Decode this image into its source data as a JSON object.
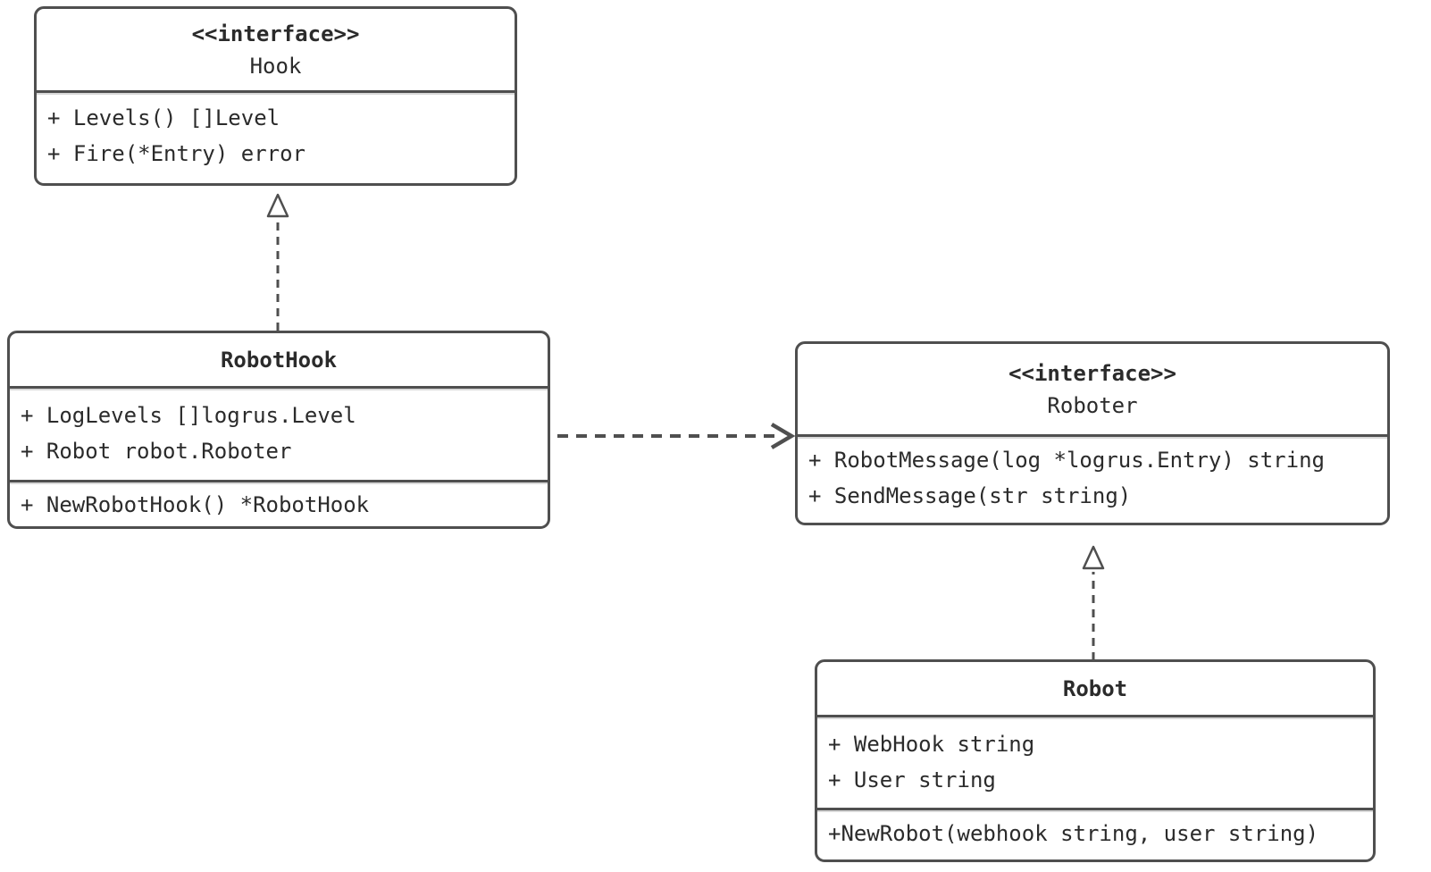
{
  "diagram": {
    "type": "uml-class-diagram"
  },
  "colors": {
    "line": "#4f4f4f",
    "divider_light": "#d8d8d8",
    "text": "#2b2b2b",
    "box_fill": "#ffffff",
    "background": "#ffffff"
  },
  "classes": {
    "hook": {
      "stereotype": "<<interface>>",
      "name": "Hook",
      "fields": [],
      "methods": [
        "+ Levels() []Level",
        "+ Fire(*Entry) error"
      ]
    },
    "robothook": {
      "name": "RobotHook",
      "fields": [
        "+ LogLevels []logrus.Level",
        "+ Robot robot.Roboter"
      ],
      "methods": [
        "+ NewRobotHook() *RobotHook"
      ]
    },
    "roboter": {
      "stereotype": "<<interface>>",
      "name": "Roboter",
      "fields": [],
      "methods": [
        "+ RobotMessage(log *logrus.Entry) string",
        "+ SendMessage(str string)"
      ]
    },
    "robot": {
      "name": "Robot",
      "fields": [
        "+ WebHook string",
        "+ User string"
      ],
      "methods": [
        "+NewRobot(webhook string, user string)"
      ]
    }
  },
  "relationships": [
    {
      "from": "RobotHook",
      "to": "Hook",
      "type": "realization",
      "line_style": "dashed",
      "arrowhead": "hollow-triangle"
    },
    {
      "from": "RobotHook",
      "to": "Roboter",
      "type": "dependency",
      "line_style": "dashed",
      "arrowhead": "open-chevron"
    },
    {
      "from": "Robot",
      "to": "Roboter",
      "type": "realization",
      "line_style": "dashed",
      "arrowhead": "hollow-triangle"
    }
  ]
}
